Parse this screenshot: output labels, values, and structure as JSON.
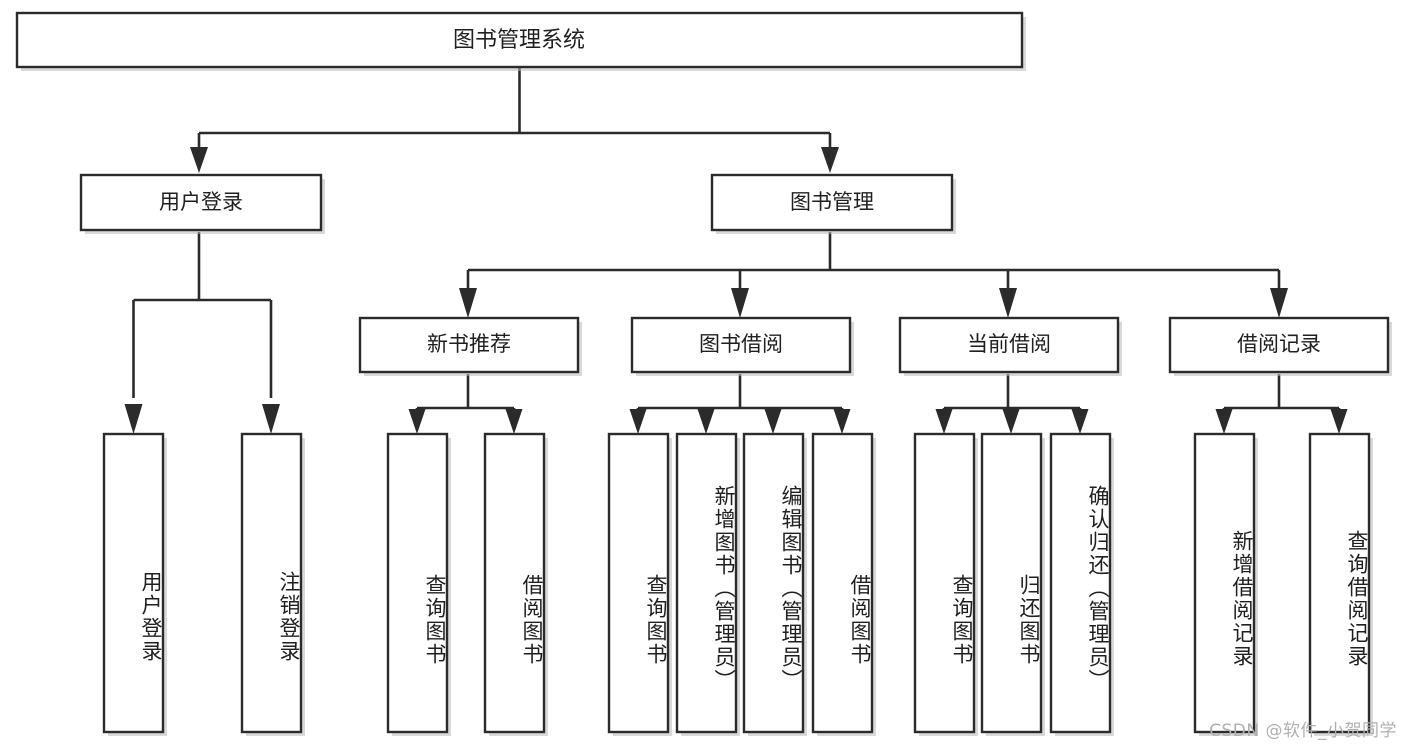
{
  "diagram": {
    "type": "tree-hierarchy",
    "title": "图书管理系统",
    "watermark": "CSDN @软件_小贺同学",
    "root": {
      "id": "root",
      "label": "图书管理系统"
    },
    "level1": [
      {
        "id": "user-login",
        "label": "用户登录"
      },
      {
        "id": "book-manage",
        "label": "图书管理"
      }
    ],
    "level2": [
      {
        "id": "new-book-recommend",
        "label": "新书推荐",
        "parent": "book-manage"
      },
      {
        "id": "book-borrow",
        "label": "图书借阅",
        "parent": "book-manage"
      },
      {
        "id": "current-borrow",
        "label": "当前借阅",
        "parent": "book-manage"
      },
      {
        "id": "borrow-record",
        "label": "借阅记录",
        "parent": "book-manage"
      }
    ],
    "leaves": [
      {
        "id": "leaf-user-login",
        "label": "用户登录",
        "parent": "user-login"
      },
      {
        "id": "leaf-logout-login",
        "label": "注销登录",
        "parent": "user-login"
      },
      {
        "id": "leaf-query-book-rec",
        "label": "查询图书",
        "parent": "new-book-recommend"
      },
      {
        "id": "leaf-borrow-book-rec",
        "label": "借阅图书",
        "parent": "new-book-recommend"
      },
      {
        "id": "leaf-query-book-borrow",
        "label": "查询图书",
        "parent": "book-borrow"
      },
      {
        "id": "leaf-add-book-admin",
        "label": "新增图书（管理员）",
        "parent": "book-borrow"
      },
      {
        "id": "leaf-edit-book-admin",
        "label": "编辑图书（管理员）",
        "parent": "book-borrow"
      },
      {
        "id": "leaf-borrow-book",
        "label": "借阅图书",
        "parent": "book-borrow"
      },
      {
        "id": "leaf-query-book-current",
        "label": "查询图书",
        "parent": "current-borrow"
      },
      {
        "id": "leaf-return-book",
        "label": "归还图书",
        "parent": "current-borrow"
      },
      {
        "id": "leaf-confirm-return-admin",
        "label": "确认归还（管理员）",
        "parent": "current-borrow"
      },
      {
        "id": "leaf-add-borrow-record",
        "label": "新增借阅记录",
        "parent": "borrow-record"
      },
      {
        "id": "leaf-query-borrow-record",
        "label": "查询借阅记录",
        "parent": "borrow-record"
      }
    ],
    "colors": {
      "box_fill": "#ffffff",
      "box_stroke": "#2b2b2b",
      "text": "#1f1f1f",
      "watermark": "#b0b0b0"
    }
  }
}
